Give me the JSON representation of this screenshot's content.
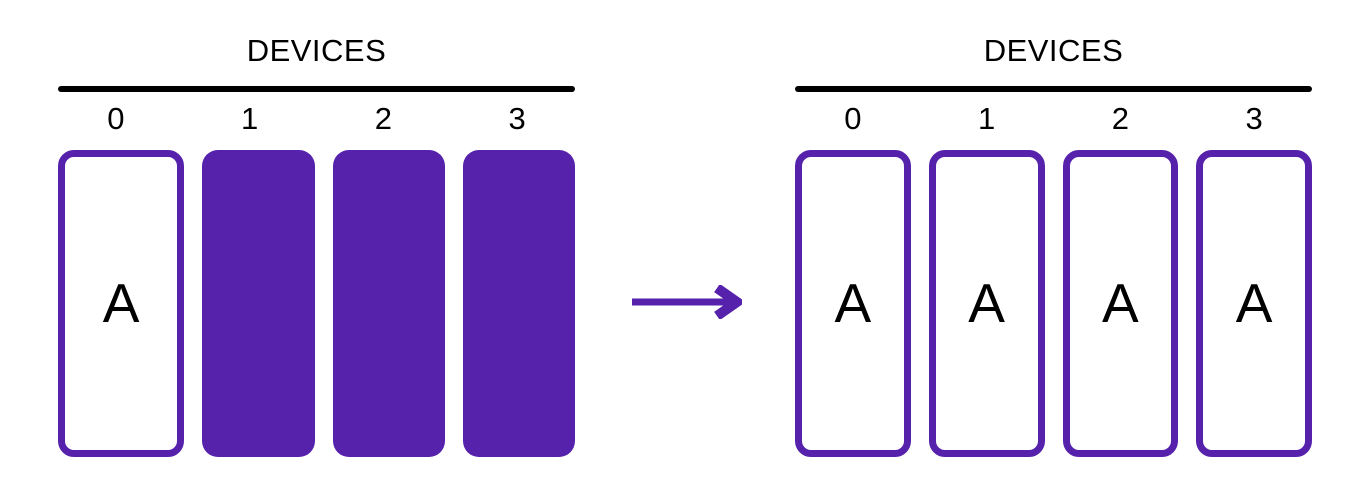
{
  "colors": {
    "purple": "#5622AC",
    "line": "#000000",
    "background": "#ffffff"
  },
  "panels": {
    "before": {
      "title": "DEVICES",
      "device_labels": [
        "0",
        "1",
        "2",
        "3"
      ],
      "slots": [
        {
          "state": "outlined",
          "content": "A"
        },
        {
          "state": "filled",
          "content": ""
        },
        {
          "state": "filled",
          "content": ""
        },
        {
          "state": "filled",
          "content": ""
        }
      ]
    },
    "after": {
      "title": "DEVICES",
      "device_labels": [
        "0",
        "1",
        "2",
        "3"
      ],
      "slots": [
        {
          "state": "outlined",
          "content": "A"
        },
        {
          "state": "outlined",
          "content": "A"
        },
        {
          "state": "outlined",
          "content": "A"
        },
        {
          "state": "outlined",
          "content": "A"
        }
      ]
    }
  },
  "arrow": {
    "icon": "right-arrow",
    "direction": "right"
  }
}
